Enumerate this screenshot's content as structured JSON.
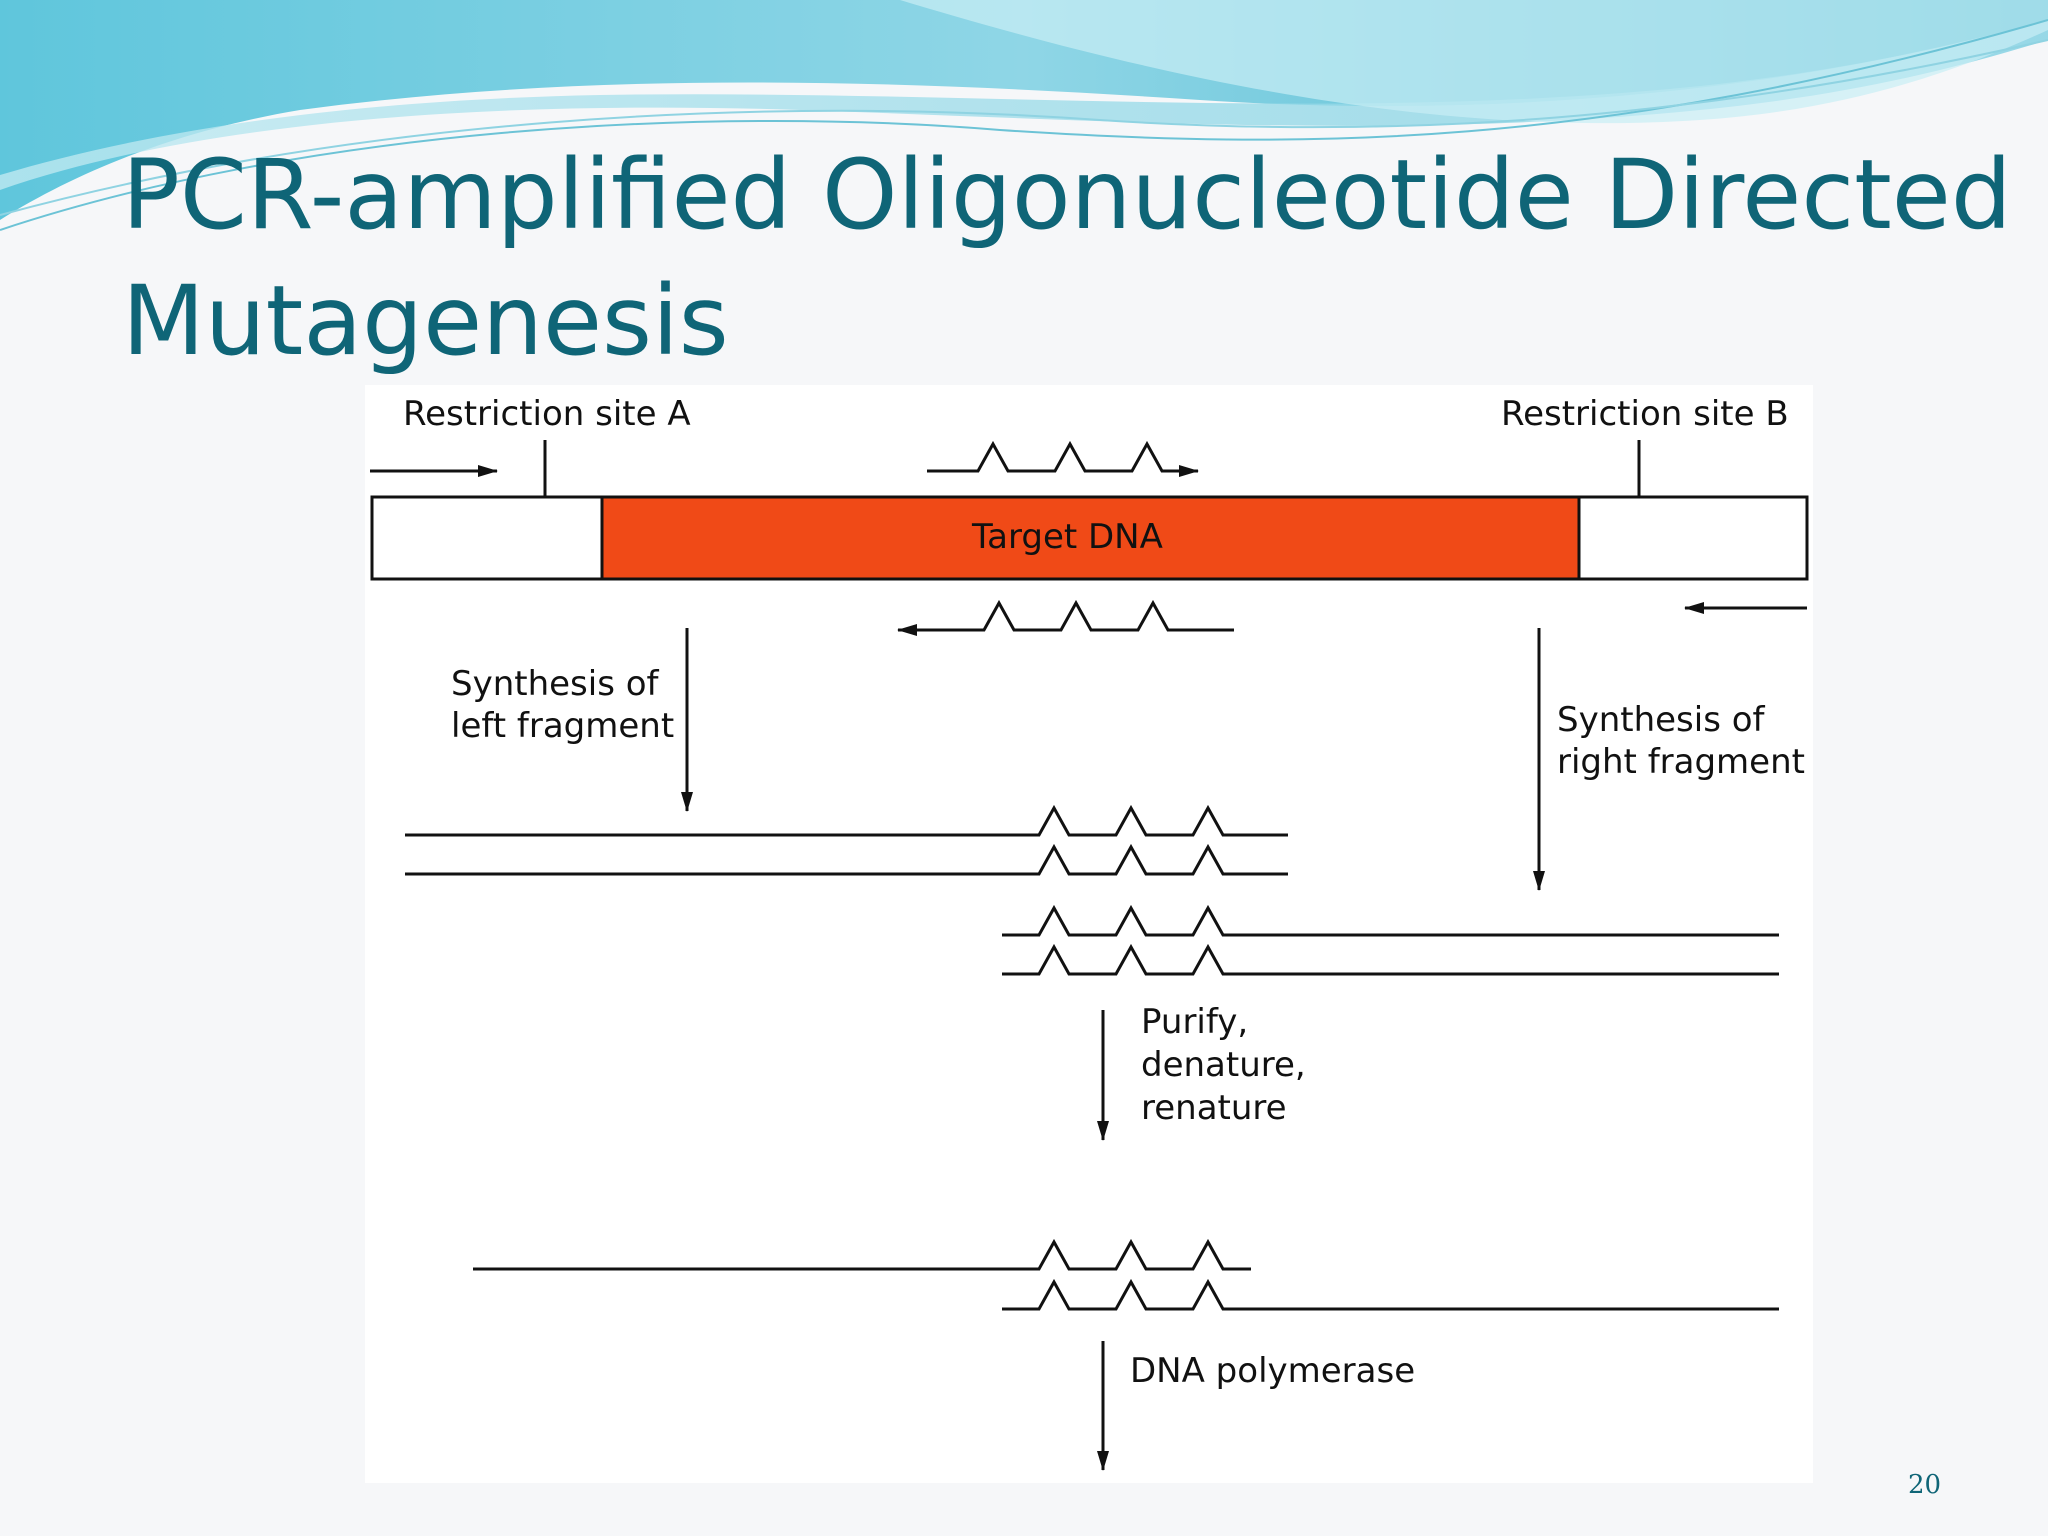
{
  "slide": {
    "title_line1": "PCR-amplified Oligonucleotide Directed",
    "title_line2": "Mutagenesis",
    "page_number": "20"
  },
  "diagram": {
    "restriction_site_a": "Restriction site A",
    "restriction_site_b": "Restriction site B",
    "target_dna": "Target DNA",
    "synthesis_left_line1": "Synthesis of",
    "synthesis_left_line2": "left fragment",
    "synthesis_right_line1": "Synthesis of",
    "synthesis_right_line2": "right fragment",
    "purify_line1": "Purify,",
    "purify_line2": "denature,",
    "purify_line3": "renature",
    "dna_polymerase": "DNA polymerase"
  },
  "colors": {
    "title": "#0f6577",
    "target_dna_fill": "#f04a17",
    "wave_dark": "#4fb8cf",
    "wave_light": "#9fdde8"
  }
}
